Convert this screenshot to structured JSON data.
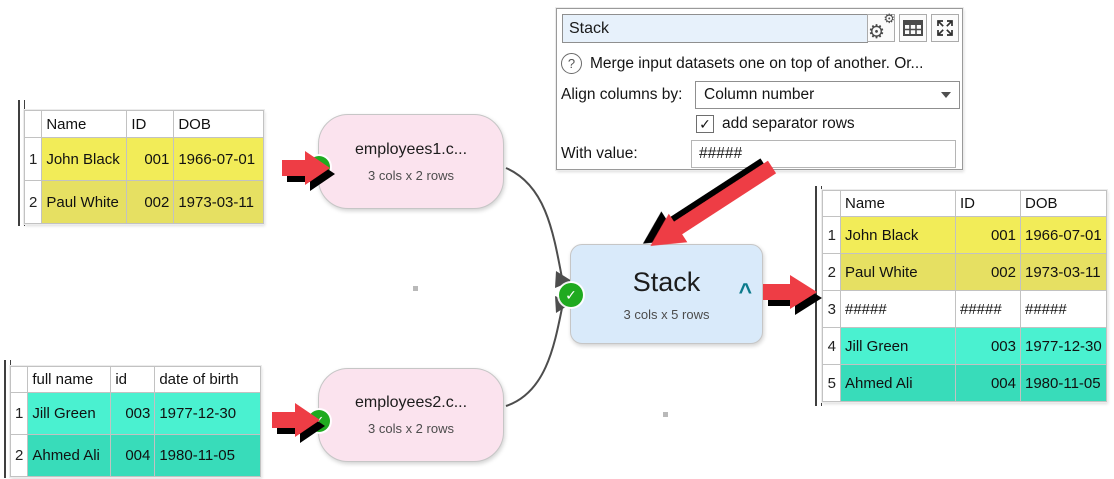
{
  "properties_panel": {
    "title_input": "Stack",
    "help_icon": "?",
    "checkmark": "✓",
    "gear_glyph": "⚙",
    "description": "Merge input datasets one on top of another. Or...",
    "align_columns_label": "Align columns by:",
    "align_columns_value": "Column number",
    "separator_checkbox_label": "add separator rows",
    "separator_checkbox_checked": true,
    "with_value_label": "With value:",
    "with_value_input": "#####"
  },
  "nodes": {
    "employees1": {
      "title": "employees1.c...",
      "subtitle": "3 cols x 2 rows",
      "status": "ok"
    },
    "employees2": {
      "title": "employees2.c...",
      "subtitle": "3 cols x 2 rows",
      "status": "ok"
    },
    "stack": {
      "title": "Stack",
      "subtitle": "3 cols x 5 rows",
      "status": "ok",
      "collapse_caret": "^"
    }
  },
  "tables": {
    "input1": {
      "headers": [
        "Name",
        "ID",
        "DOB"
      ],
      "rows": [
        {
          "num": "1",
          "cells": [
            "John Black",
            "001",
            "1966-07-01"
          ]
        },
        {
          "num": "2",
          "cells": [
            "Paul White",
            "002",
            "1973-03-11"
          ]
        }
      ]
    },
    "input2": {
      "headers": [
        "full name",
        "id",
        "date of birth"
      ],
      "rows": [
        {
          "num": "1",
          "cells": [
            "Jill Green",
            "003",
            "1977-12-30"
          ]
        },
        {
          "num": "2",
          "cells": [
            "Ahmed Ali",
            "004",
            "1980-11-05"
          ]
        }
      ]
    },
    "output": {
      "headers": [
        "Name",
        "ID",
        "DOB"
      ],
      "rows": [
        {
          "num": "1",
          "cells": [
            "John Black",
            "001",
            "1966-07-01"
          ]
        },
        {
          "num": "2",
          "cells": [
            "Paul White",
            "002",
            "1973-03-11"
          ]
        },
        {
          "num": "3",
          "cells": [
            "#####",
            "#####",
            "#####"
          ]
        },
        {
          "num": "4",
          "cells": [
            "Jill Green",
            "003",
            "1977-12-30"
          ]
        },
        {
          "num": "5",
          "cells": [
            "Ahmed Ali",
            "004",
            "1980-11-05"
          ]
        }
      ]
    }
  },
  "colors": {
    "row_yellow_light": "#f2ec58",
    "row_yellow_dark": "#e6e062",
    "row_teal_light": "#4af1d0",
    "row_teal_dark": "#38dcba",
    "node_pink": "#fbe3ee",
    "node_blue": "#d9eafa",
    "status_green": "#1faa1f",
    "arrow_red": "#ee3d45",
    "caret_teal": "#0d7b8c"
  }
}
